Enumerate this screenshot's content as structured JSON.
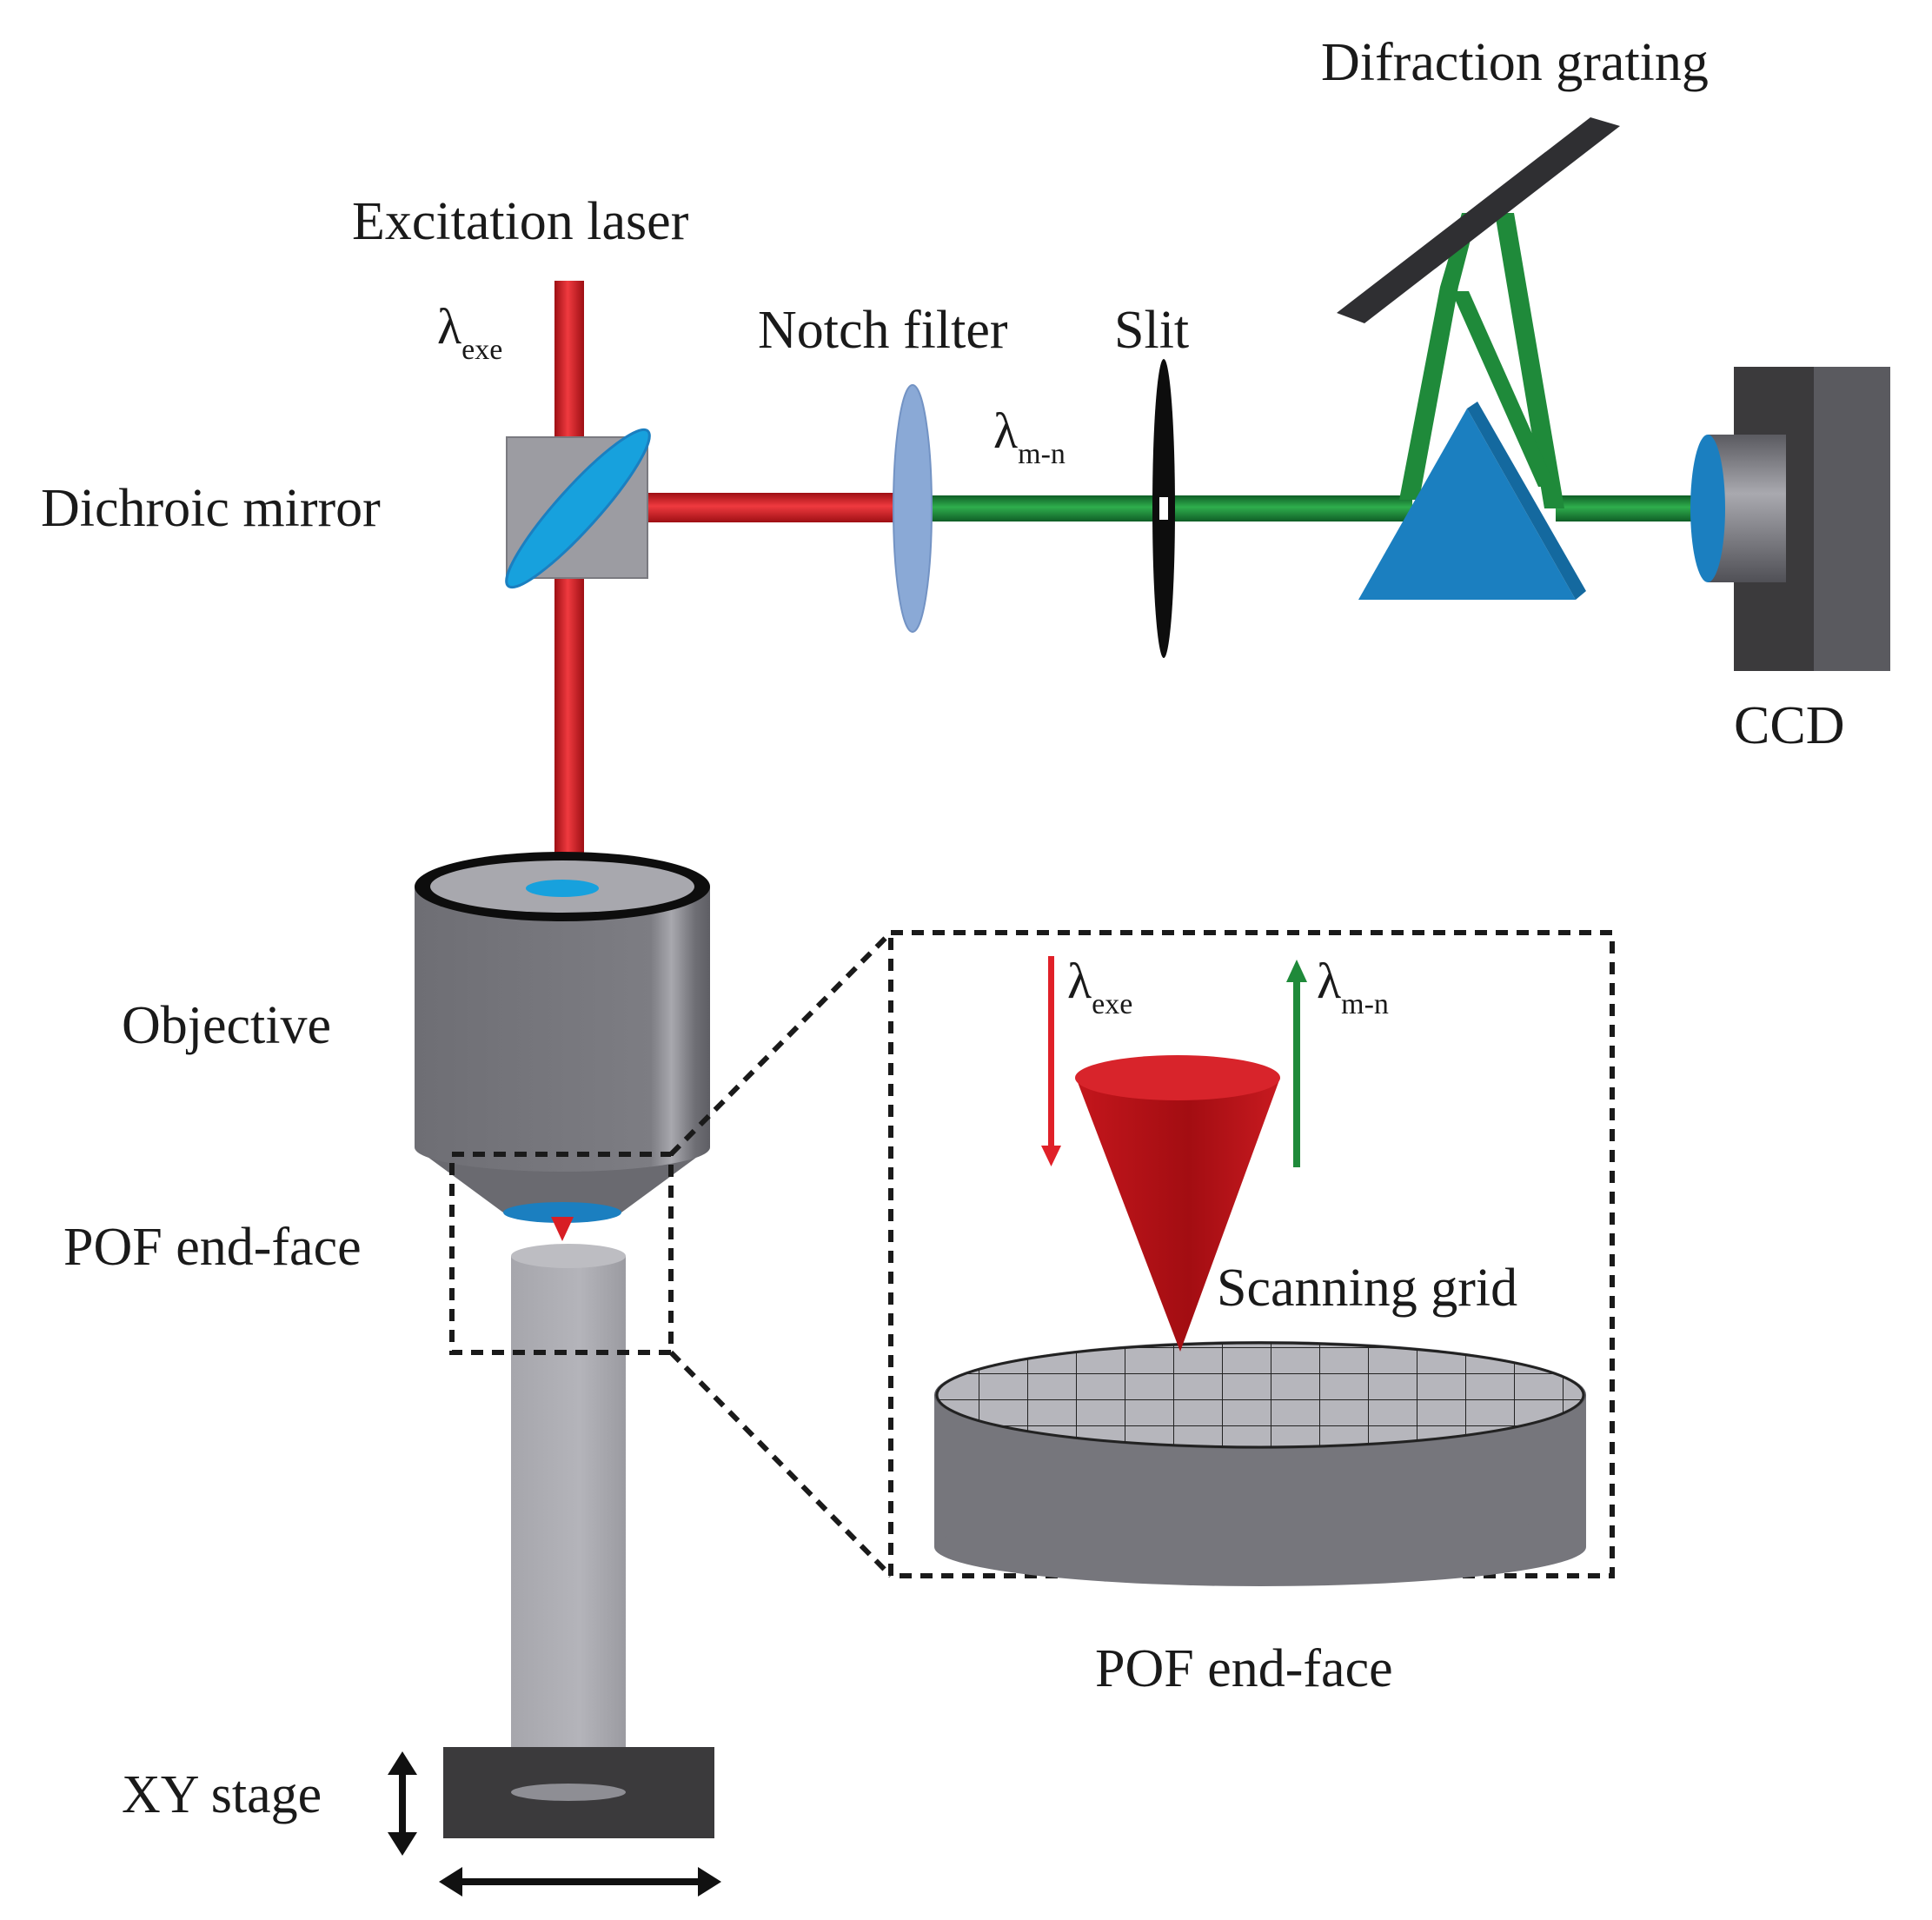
{
  "labels": {
    "excitation_laser": "Excitation laser",
    "lambda_exe": "exe",
    "lambda_mn": "m-n",
    "lambda_symbol": "λ",
    "dichroic_mirror": "Dichroic mirror",
    "notch_filter": "Notch filter",
    "slit": "Slit",
    "difraction_grating": "Difraction grating",
    "ccd": "CCD",
    "objective": "Objective",
    "pof_end_face_left": "POF end-face",
    "xy_stage": "XY stage",
    "scanning_grid": "Scanning grid",
    "pof_end_face_inset": "POF end-face"
  },
  "colors": {
    "excitation_beam": "#d81e24",
    "raman_beam": "#1f8a3a",
    "optics_blue": "#1b7fc0",
    "lens_blue": "#8aa9d6",
    "metal_gray": "#7a7a80",
    "dark": "#3b3a3c",
    "border_dash": "#1a1a1a"
  }
}
